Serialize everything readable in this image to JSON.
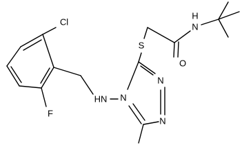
{
  "diagram": {
    "type": "chemical-structure",
    "atom_labels": {
      "cl": "Cl",
      "f": "F",
      "s": "S",
      "nh_amide": "N",
      "h_amide": "H",
      "o": "O",
      "hn": "HN",
      "n_ring4": "N",
      "n_ring2": "N",
      "n_ring1": "N"
    }
  }
}
